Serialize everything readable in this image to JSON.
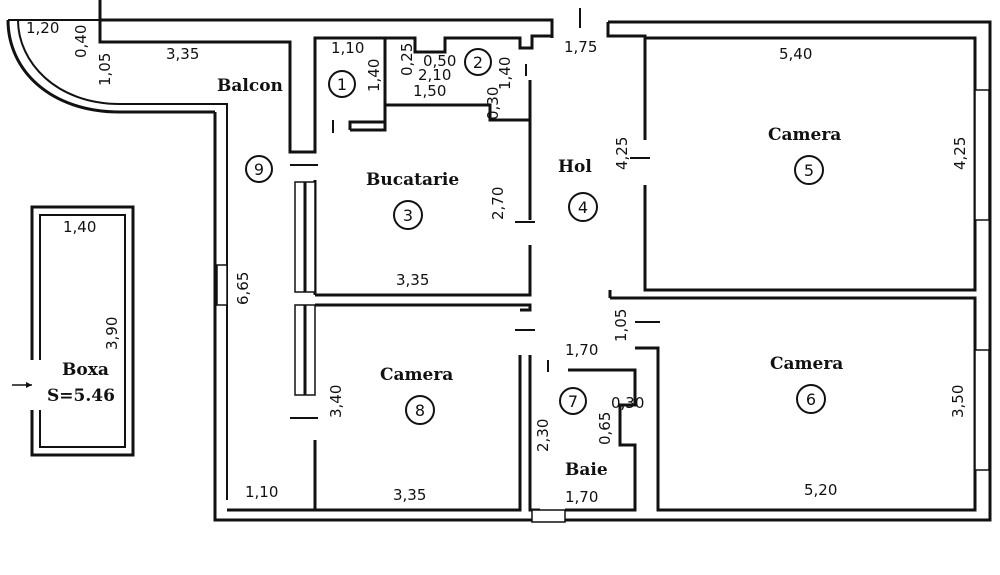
{
  "rooms": {
    "balcon": {
      "label": "Balcon",
      "number": "9"
    },
    "bucatarie": {
      "label": "Bucatarie",
      "number": "3"
    },
    "hol": {
      "label": "Hol",
      "number": "4"
    },
    "camera5": {
      "label": "Camera",
      "number": "5"
    },
    "camera6": {
      "label": "Camera",
      "number": "6"
    },
    "camera8": {
      "label": "Camera",
      "number": "8"
    },
    "baie": {
      "label": "Baie",
      "number": "7"
    },
    "room1": {
      "number": "1"
    },
    "room2": {
      "number": "2"
    },
    "boxa": {
      "label": "Boxa",
      "area": "S=5.46"
    }
  },
  "dims": {
    "d1_20": "1,20",
    "d0_40": "0,40",
    "d1_05a": "1,05",
    "d3_35top": "3,35",
    "d1_10a": "1,10",
    "d1_40a": "1,40",
    "d0_25": "0,25",
    "d0_50": "0,50",
    "d2_10": "2,10",
    "d1_50": "1,50",
    "d1_40b": "1,40",
    "d0_30a": "0,30",
    "d1_75": "1,75",
    "d5_40": "5,40",
    "d4_25a": "4,25",
    "d4_25b": "4,25",
    "d2_70": "2,70",
    "d6_65": "6,65",
    "d3_35mid": "3,35",
    "d1_05b": "1,05",
    "d1_70a": "1,70",
    "d0_30b": "0,30",
    "d0_65": "0,65",
    "d2_30": "2,30",
    "d3_40": "3,40",
    "d3_35bot": "3,35",
    "d1_10b": "1,10",
    "d1_70b": "1,70",
    "d5_20": "5,20",
    "d3_50": "3,50",
    "d1_40c": "1,40",
    "d3_90": "3,90"
  }
}
